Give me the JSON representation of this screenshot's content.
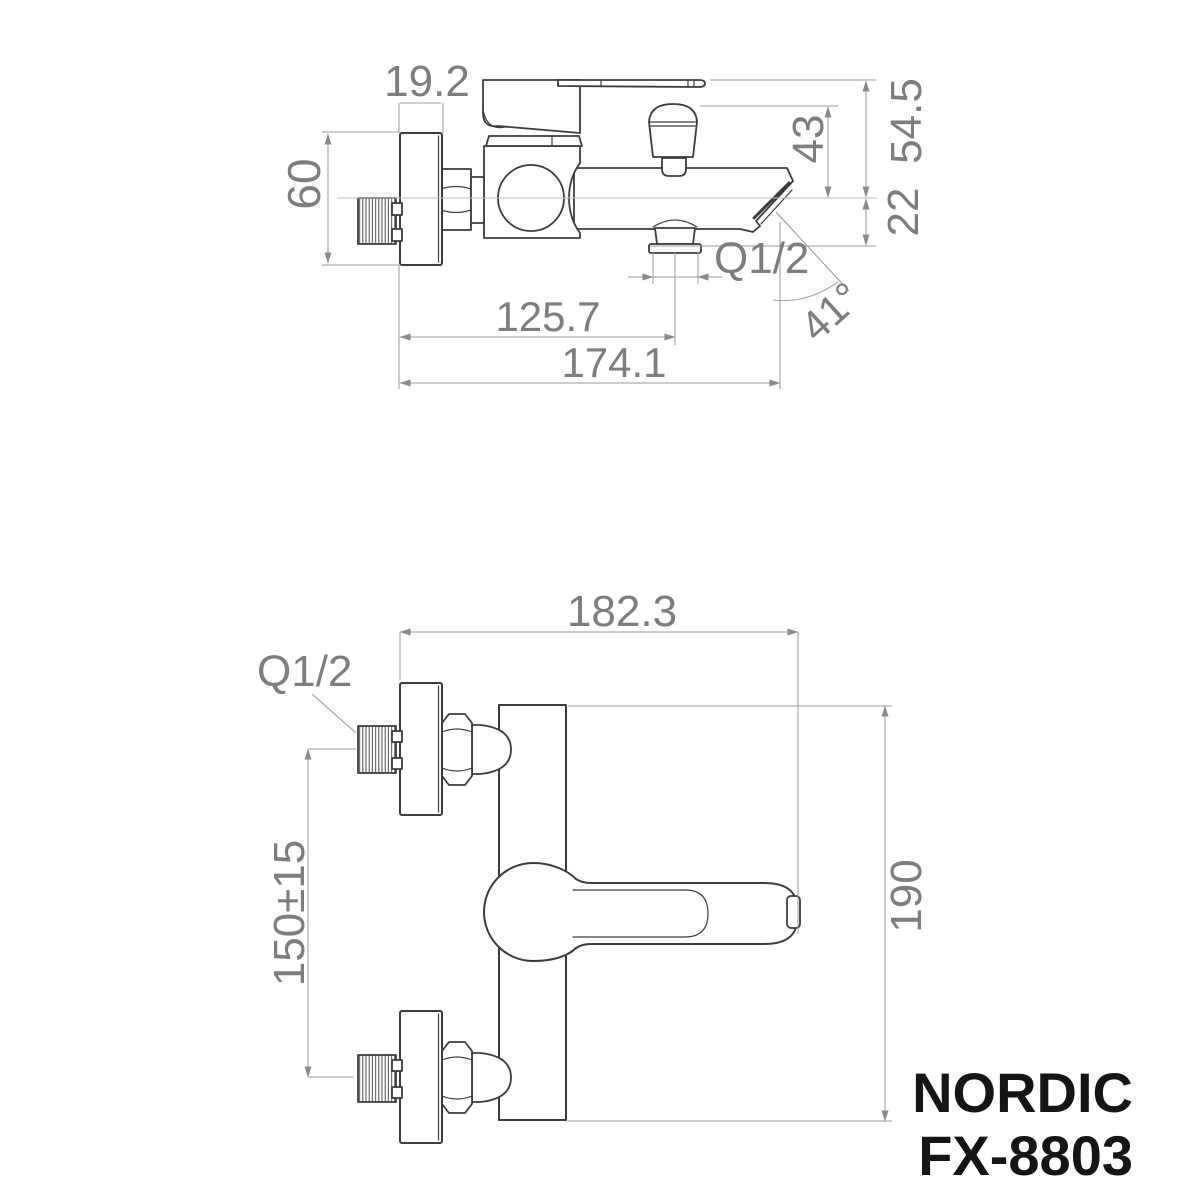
{
  "drawing": {
    "title_block": {
      "brand": "NORDIC",
      "model": "FX-8803"
    },
    "side_view": {
      "plate_depth": "19.2",
      "plate_height": "60",
      "height_handle_to_axis": "54.5",
      "height_diverter_to_axis": "43",
      "height_axis_to_outlet": "22",
      "outlet_thread": "Q1/2",
      "spout_angle": "41°",
      "length_to_outlet": "125.7",
      "length_total": "174.1"
    },
    "front_view": {
      "width_total": "182.3",
      "inlet_thread": "Q1/2",
      "body_height": "190",
      "inlet_spacing": "150±15"
    }
  }
}
